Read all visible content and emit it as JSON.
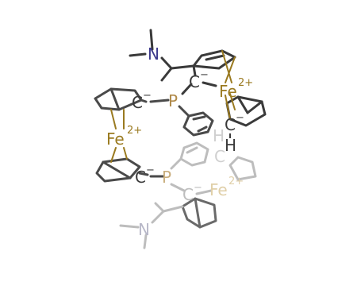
{
  "molecule": {
    "atom_labels": {
      "n_top": "N",
      "n_bottom": "N",
      "p_upper": "P",
      "p_lower": "P",
      "c_anion_1": "C",
      "c_anion_2": "C",
      "c_anion_3": "C",
      "c_anion_4": "C",
      "c_anion_5": "C",
      "c_anion_6": "C",
      "h_1": "H",
      "h_2": "H",
      "fe_top": "Fe",
      "fe_left": "Fe",
      "fe_bottom": "Fe"
    },
    "charges": {
      "minus": "−",
      "fe_charge": "2+"
    },
    "colors": {
      "bond": "#3a3a3a",
      "ring": "#4a4a4a",
      "nitrogen": "#3d3a8c",
      "phosphorus": "#b08a4a",
      "iron": "#9a7a20",
      "faded": "#c8c0b0"
    }
  }
}
